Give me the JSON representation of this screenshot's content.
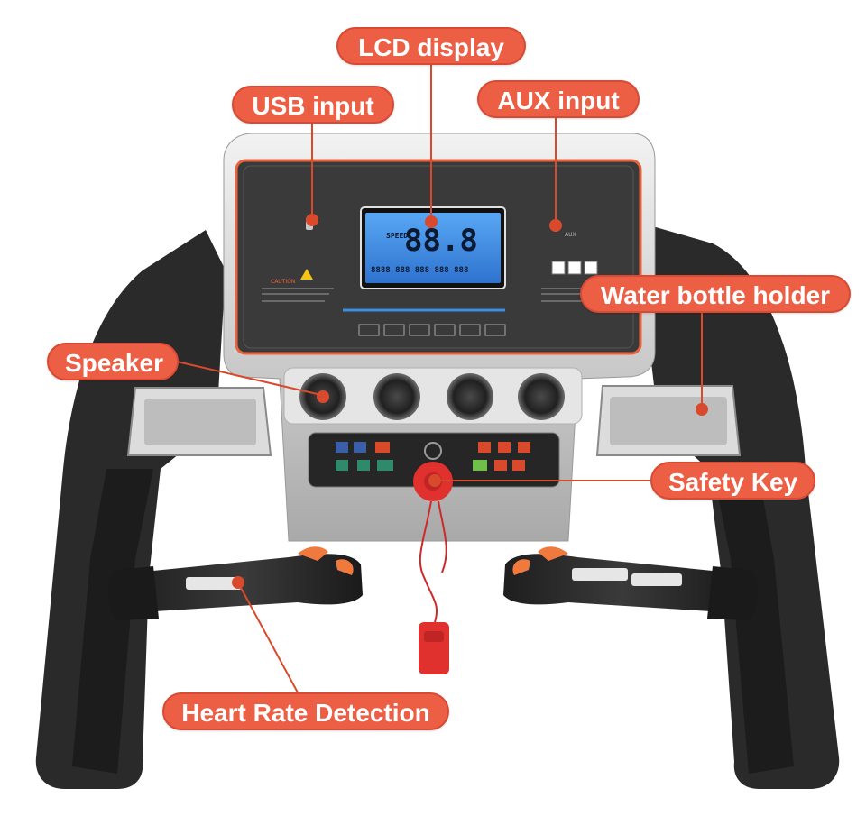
{
  "image": {
    "subject": "treadmill-console",
    "colors": {
      "callout": "#ec5f45",
      "callout_text": "#ffffff",
      "leader_line": "#d94a2c",
      "frame": "#2b2b2b",
      "panel": "#3a3a3a",
      "panel_trim": "#e8643f",
      "silver": "#d6d6d6",
      "lcd": "#3f8ee6",
      "safety_key": "#e0312f"
    }
  },
  "callouts": {
    "lcd_display": "LCD display",
    "usb_input": "USB input",
    "aux_input": "AUX input",
    "water_bottle_holder": "Water bottle holder",
    "speaker": "Speaker",
    "safety_key": "Safety Key",
    "heart_rate_detection": "Heart Rate Detection"
  },
  "lcd": {
    "speed_label": "SPEED",
    "speed_digits": "88.8",
    "small_digits": "8888 888 888 888 888"
  },
  "panel": {
    "caution_title": "CAUTION",
    "aux_label": "AUX"
  }
}
